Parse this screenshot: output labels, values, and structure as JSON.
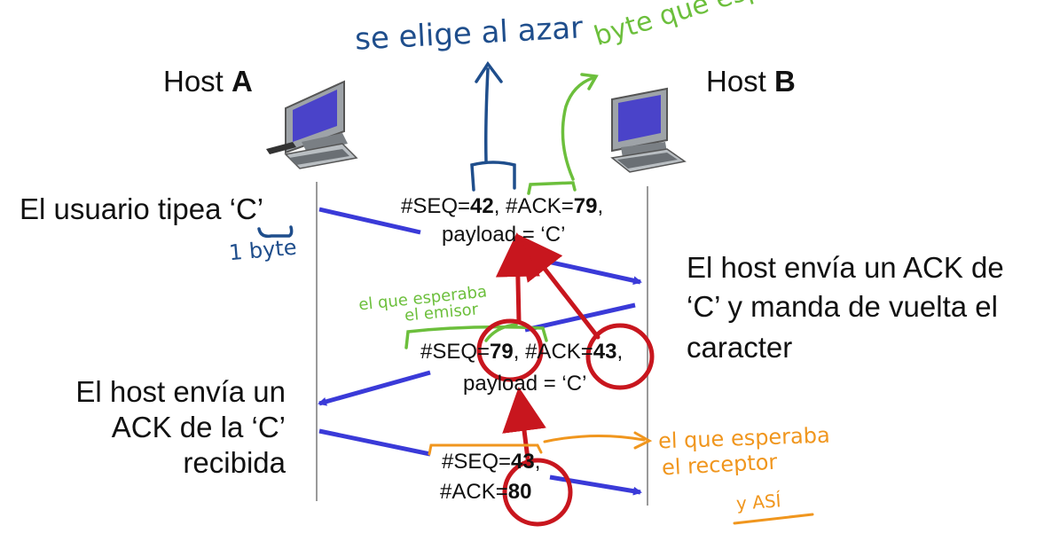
{
  "hosts": {
    "a": {
      "label": "Host ",
      "name": "A"
    },
    "b": {
      "label": "Host ",
      "name": "B"
    }
  },
  "annotations_left": {
    "user_types": "El usuario tipea ‘C’",
    "host_ack_line1": "El host envía un",
    "host_ack_line2": "ACK de la ‘C’",
    "host_ack_line3": "recibida"
  },
  "annotations_right": {
    "line1": "El host envía un ACK de",
    "line2": "‘C’ y manda de vuelta el",
    "line3": "caracter"
  },
  "messages": [
    {
      "seq_label": "#SEQ=",
      "seq": "42",
      "ack_label": ", #ACK=",
      "ack": "79",
      "tail": ",",
      "payload": "payload = ‘C’"
    },
    {
      "seq_label": "#SEQ=",
      "seq": "79",
      "ack_label": ", #ACK=",
      "ack": "43",
      "tail": ",",
      "payload": "payload = ‘C’"
    },
    {
      "seq_label": "#SEQ=",
      "seq": "43",
      "ack_label": "#ACK=",
      "ack": "80",
      "tail": ","
    }
  ],
  "handwritten": {
    "random": "se elige al azar",
    "expected_byte": "byte que espera",
    "one_byte": "1 byte",
    "sender_expected_1": "el que esperaba",
    "sender_expected_2": "el emisor",
    "receiver_expected_1": "el que esperaba",
    "receiver_expected_2": "el receptor",
    "and_so": "y ASÍ"
  },
  "colors": {
    "arrow_blue": "#3a3ad8",
    "pen_blue": "#1f4e8c",
    "pen_green": "#6cbf3c",
    "pen_red": "#c8161e",
    "pen_orange": "#f0961e"
  }
}
